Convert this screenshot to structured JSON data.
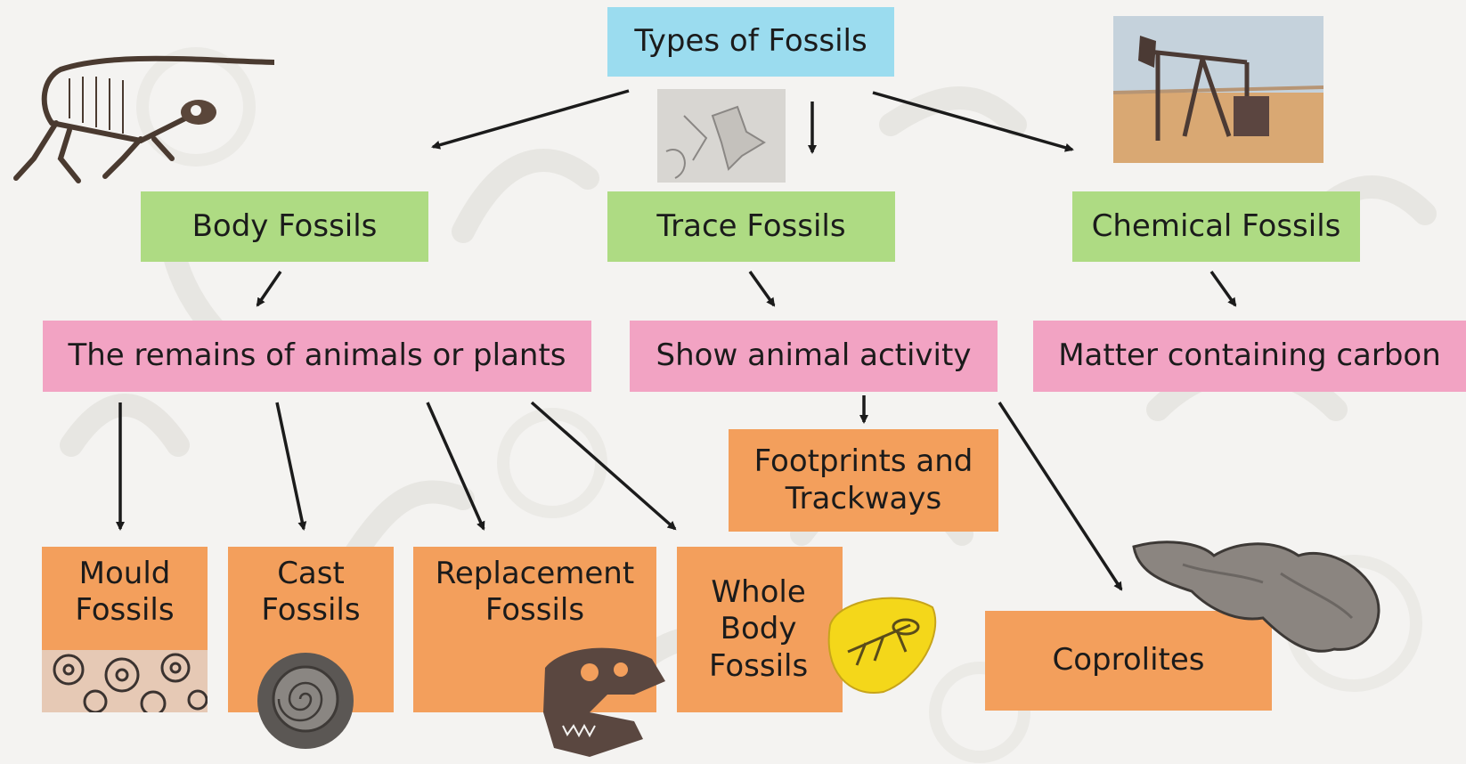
{
  "title": "Types of Fossils",
  "categories": [
    {
      "label": "Body Fossils",
      "description": "The remains of animals or plants"
    },
    {
      "label": "Trace Fossils",
      "description": "Show animal activity"
    },
    {
      "label": "Chemical Fossils",
      "description": "Matter containing carbon"
    }
  ],
  "examples": {
    "mould": [
      "Mould",
      "Fossils"
    ],
    "cast": [
      "Cast",
      "Fossils"
    ],
    "replacement": [
      "Replacement",
      "Fossils"
    ],
    "whole_body": [
      "Whole",
      "Body",
      "Fossils"
    ],
    "footprints": [
      "Footprints and",
      "Trackways"
    ],
    "coprolites": "Coprolites"
  },
  "colors": {
    "title_box": "#9bdcef",
    "category_box": "#aedb83",
    "description_box": "#f2a3c3",
    "example_box": "#f39f5c",
    "arrow": "#1b1b1b"
  },
  "illustrations": [
    "dinosaur-skeleton-icon",
    "fossil-footprint-icon",
    "oil-pump-icon",
    "coral-fossil-icon",
    "ammonite-icon",
    "dinosaur-skull-icon",
    "amber-insect-icon",
    "coprolite-icon"
  ]
}
